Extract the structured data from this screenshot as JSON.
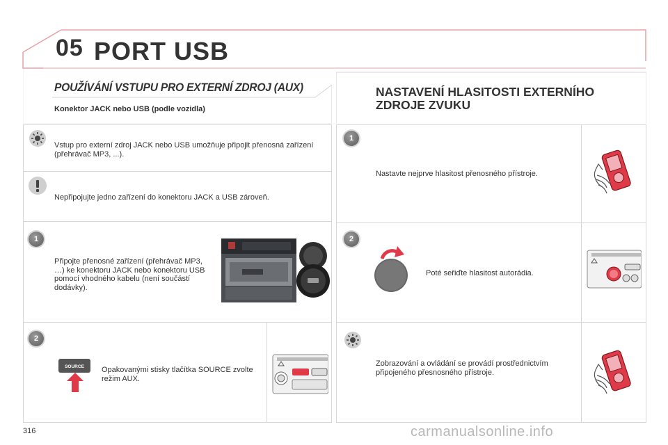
{
  "header": {
    "chapter_number": "05",
    "chapter_title": "PORT USB"
  },
  "left_section": {
    "title": "POUŽÍVÁNÍ VSTUPU PRO EXTERNÍ ZDROJ (AUX)",
    "subtitle": "Konektor JACK nebo USB (podle vozidla)",
    "info_text": "Vstup pro externí zdroj JACK nebo USB umožňuje připojit přenosná zařízení (přehrávač MP3, ...).",
    "warning_text": "Nepřipojujte jedno zařízení do konektoru JACK a USB zároveň.",
    "step1_number": "1",
    "step1_text": "Připojte přenosné zařízení (přehrávač MP3, …) ke konektoru JACK nebo konektoru USB pomocí vhodného kabelu (není součástí dodávky).",
    "step2_number": "2",
    "step2_text": "Opakovanými stisky tlačítka SOURCE zvolte režim AUX.",
    "source_button_label": "SOURCE"
  },
  "right_section": {
    "title": "NASTAVENÍ HLASITOSTI EXTERNÍHO ZDROJE ZVUKU",
    "step1_number": "1",
    "step1_text": "Nastavte nejprve hlasitost přenosného přístroje.",
    "step2_number": "2",
    "step2_text": "Poté seřiďte hlasitost autorádia.",
    "info_text": "Zobrazování a ovládání se provádí prostřednictvím připojeného přesnosného přístroje."
  },
  "footer": {
    "page_number": "316",
    "watermark": "carmanualsonline.info"
  },
  "icons": {
    "info": "sun-info-icon",
    "warning": "exclamation-icon",
    "arrow": "red-arrow-icon"
  },
  "colors": {
    "accent_red": "#e03a48",
    "tab_line": "#e8a0a6",
    "panel_border": "#d6d6d6",
    "badge_gray": "#6e6e6e"
  }
}
